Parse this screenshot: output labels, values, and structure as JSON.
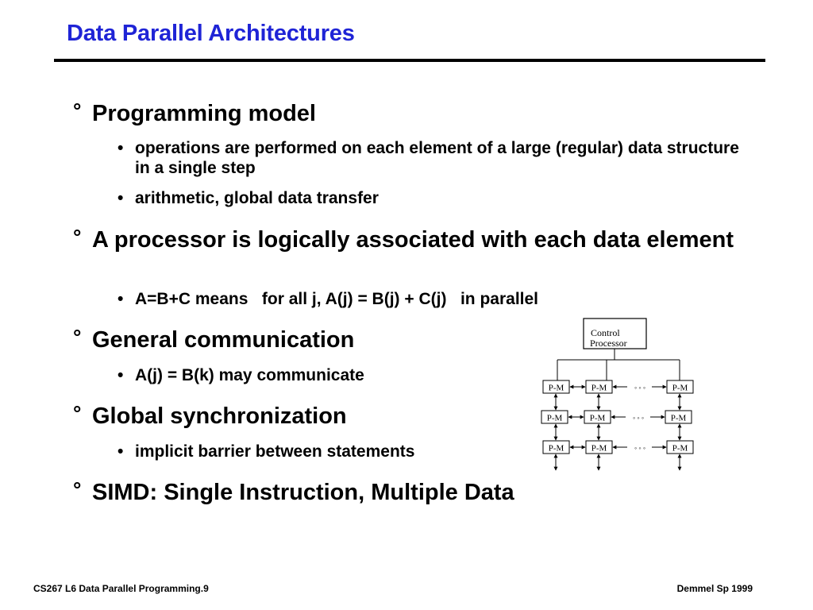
{
  "slide": {
    "title": "Data Parallel Architectures",
    "footer_left": "CS267  L6 Data Parallel Programming.9",
    "footer_right": "Demmel Sp 1999"
  },
  "outline": {
    "marker_l1": "°",
    "marker_l2": "•",
    "items": [
      {
        "text": "Programming model",
        "subitems": [
          "operations are performed on each element of a large (regular) data structure in a single step",
          "arithmetic, global data transfer"
        ]
      },
      {
        "text": "A processor is logically associated with each data element",
        "subitems": [
          "A=B+C means   for all j, A(j) = B(j) + C(j)   in parallel"
        ]
      },
      {
        "text": "General communication",
        "subitems": [
          "A(j) = B(k) may communicate"
        ]
      },
      {
        "text": "Global synchronization",
        "subitems": [
          "implicit barrier between statements"
        ]
      },
      {
        "text": "SIMD: Single Instruction, Multiple Data",
        "subitems": []
      }
    ]
  },
  "diagram": {
    "control_line1": "Control",
    "control_line2": "Processor",
    "node_label": "P-M",
    "ellipsis": "◦ ◦ ◦"
  }
}
